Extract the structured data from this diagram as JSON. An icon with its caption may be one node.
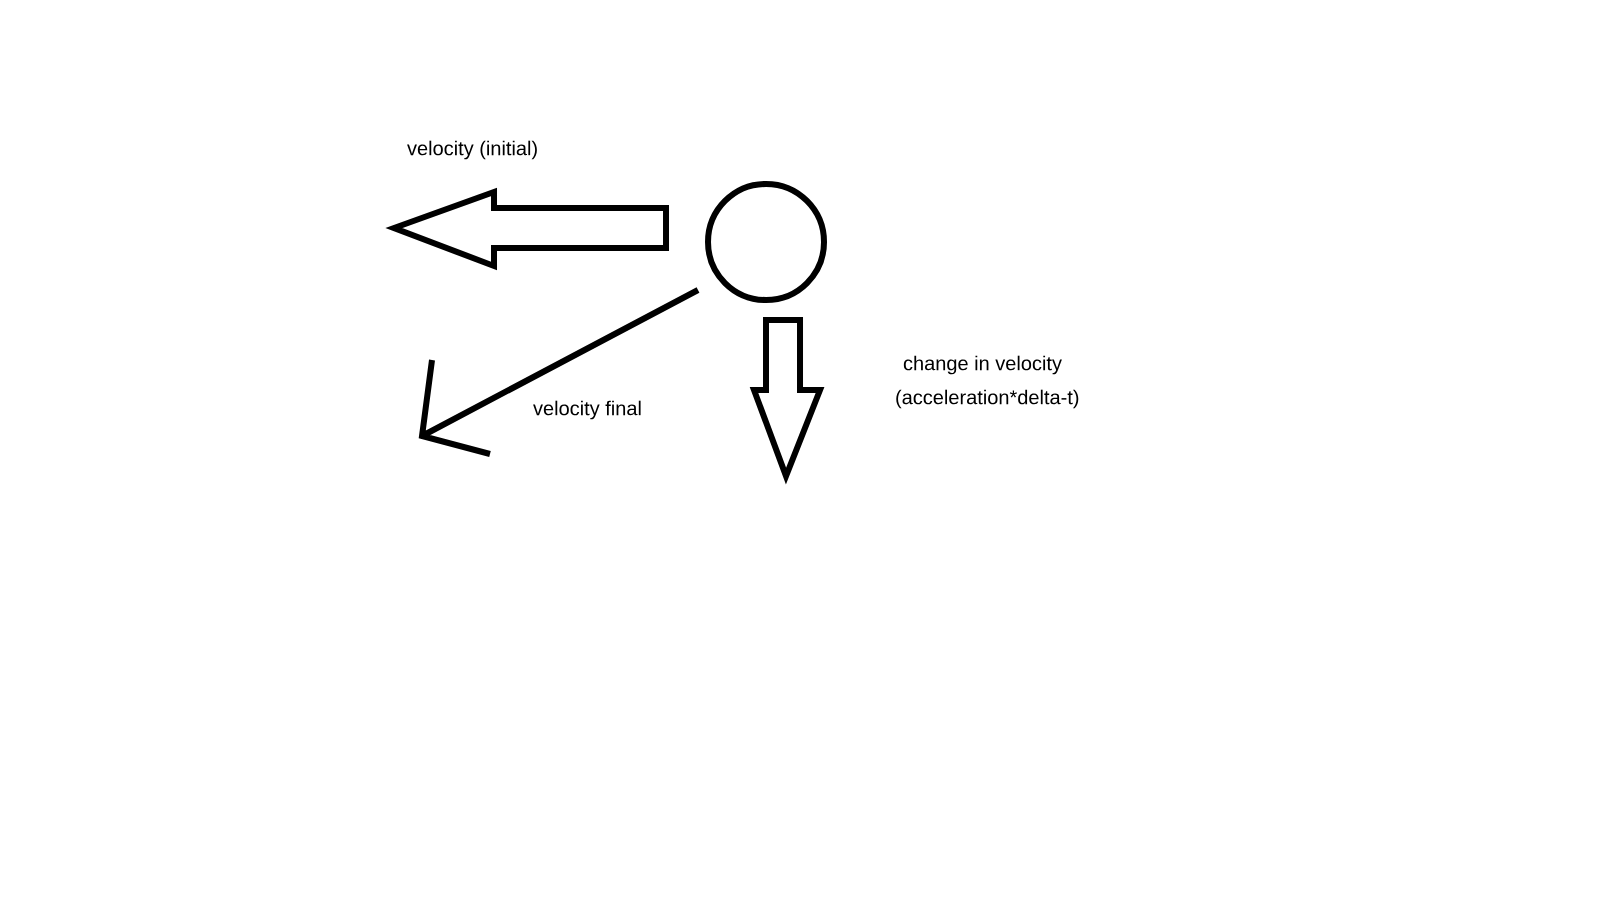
{
  "diagram": {
    "nodes": [
      {
        "text": [],
        "shape": "circle"
      }
    ],
    "labels": [
      "velocity (initial)",
      "velocity final",
      "change in velocity (acceleration*delta-t)"
    ]
  }
}
